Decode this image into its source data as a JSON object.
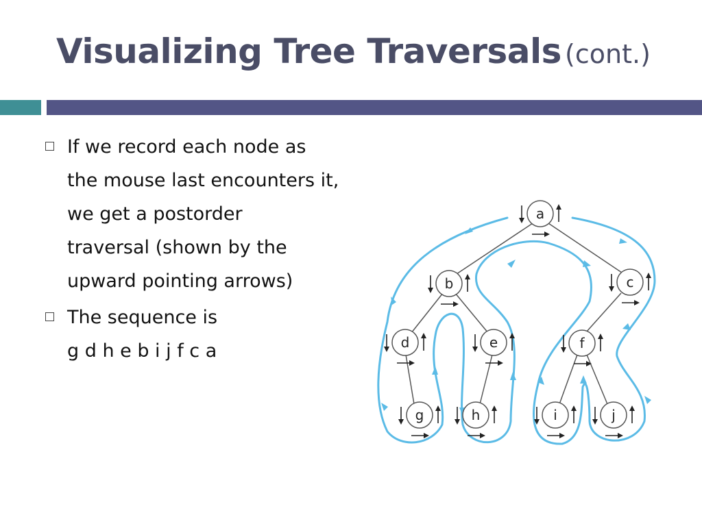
{
  "slide": {
    "title_main": "Visualizing Tree Traversals",
    "title_sub": "(cont.)",
    "bullets": [
      {
        "lines": [
          "If we record each node as",
          "the mouse last encounters it,",
          "we get a postorder",
          "traversal (shown by the",
          "upward pointing arrows)"
        ]
      },
      {
        "lines": [
          "The sequence is",
          "g d h e b i j f c a"
        ]
      }
    ]
  },
  "tree": {
    "nodes": [
      "a",
      "b",
      "c",
      "d",
      "e",
      "f",
      "g",
      "h",
      "i",
      "j"
    ],
    "edges": [
      [
        "a",
        "b"
      ],
      [
        "a",
        "c"
      ],
      [
        "b",
        "d"
      ],
      [
        "b",
        "e"
      ],
      [
        "d",
        "g"
      ],
      [
        "e",
        "h"
      ],
      [
        "c",
        "f"
      ],
      [
        "f",
        "i"
      ],
      [
        "f",
        "j"
      ]
    ],
    "colors": {
      "path": "#5bbbe6",
      "node_stroke": "#555555",
      "node_fill": "#ffffff"
    }
  }
}
